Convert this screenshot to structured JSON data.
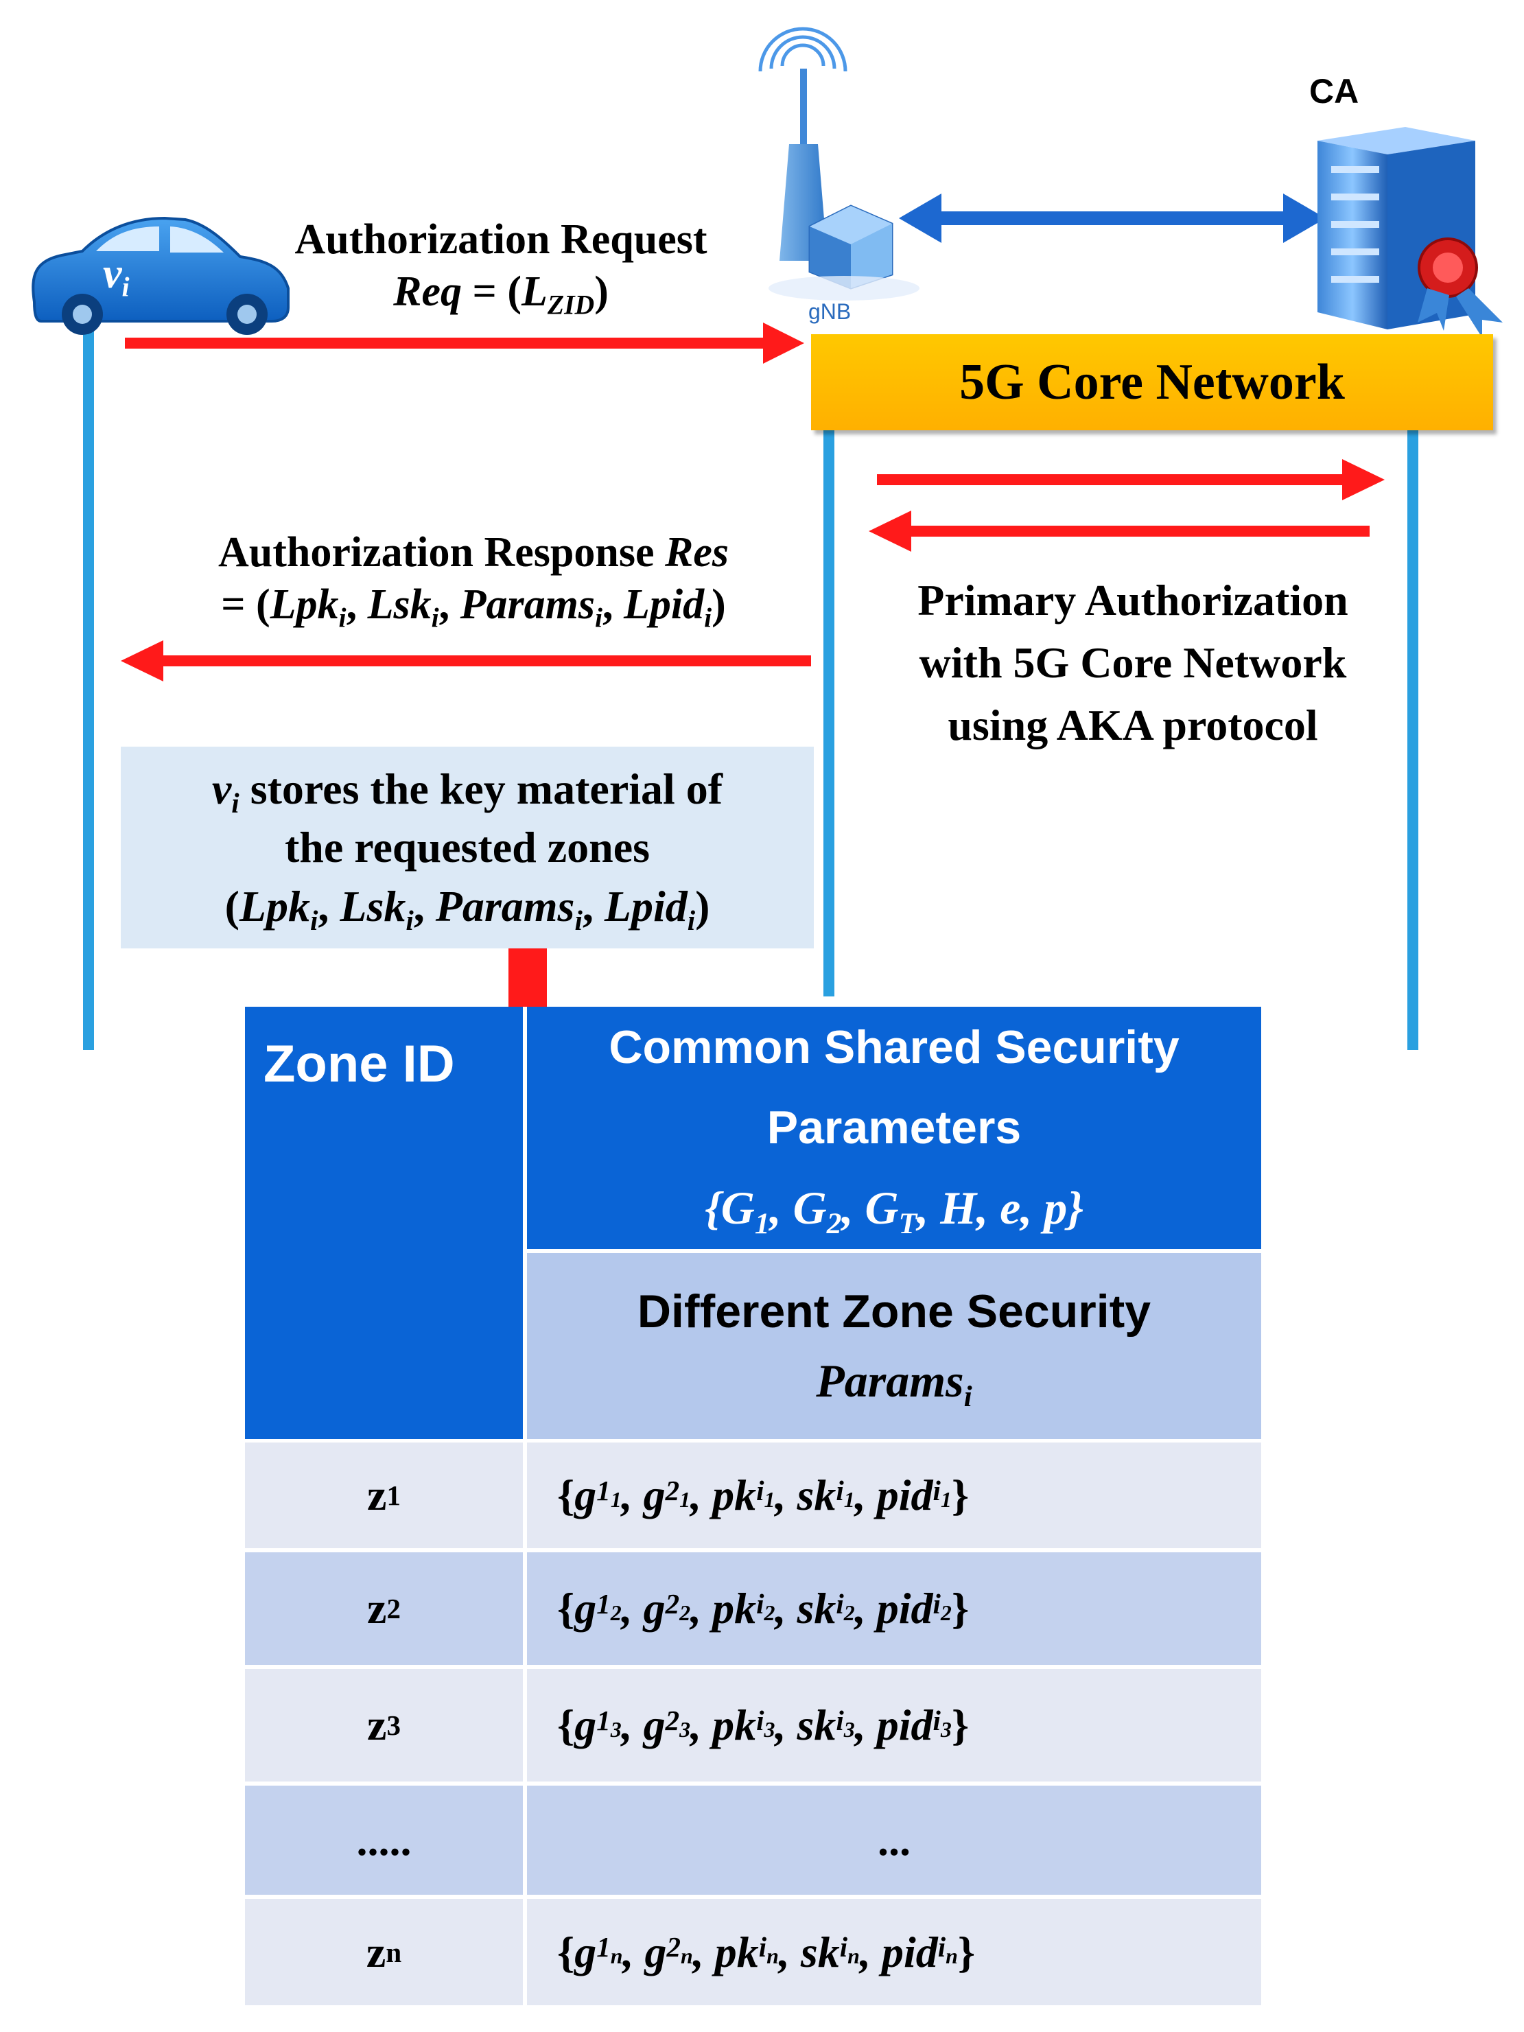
{
  "actors": {
    "vehicle_label": "v",
    "vehicle_sub": "i",
    "gnb_label": "gNB",
    "ca_label": "CA",
    "core_network": "5G Core Network"
  },
  "messages": {
    "request_title": "Authorization Request",
    "request_formula_lhs": "Req",
    "request_formula_eq": " = (",
    "request_formula_L": "L",
    "request_formula_sub": "ZID",
    "request_formula_close": ")",
    "response_title": "Authorization Response ",
    "response_title_var": "Res",
    "response_formula_prefix": "= (",
    "primary_auth_line1": "Primary Authorization",
    "primary_auth_line2": "with 5G Core Network",
    "primary_auth_line3": "using AKA protocol"
  },
  "store_box": {
    "line1_rest": " stores the key material of",
    "line2": "the requested zones"
  },
  "tuple": {
    "open": "(",
    "Lpk": "Lpk",
    "Lsk": "Lsk",
    "Params": "Params",
    "Lpid": "Lpid",
    "sub": "i",
    "comma": ", ",
    "close": ")"
  },
  "table": {
    "zone_header": "Zone ID",
    "common_header_line1": "Common Shared Security",
    "common_header_line2": "Parameters",
    "common_params": "{G, G, G, H, e, p}",
    "common_g1_sub": "1",
    "common_g2_sub": "2",
    "common_gt_sub": "T",
    "diff_header_line1": "Different Zone Security",
    "diff_header_var": "Params",
    "diff_header_sub": "i",
    "rows": [
      {
        "zone": "z",
        "zone_sub": "1",
        "idx": "1"
      },
      {
        "zone": "z",
        "zone_sub": "2",
        "idx": "2"
      },
      {
        "zone": "z",
        "zone_sub": "3",
        "idx": "3"
      },
      {
        "zone": ".....",
        "zone_sub": "",
        "idx": ""
      },
      {
        "zone": "z",
        "zone_sub": "n",
        "idx": "n"
      }
    ],
    "ellipsis_value": "..."
  },
  "colors": {
    "arrow_red": "#ff1a1a",
    "lifeline_blue": "#2aa0e0",
    "header_blue": "#0a64d6",
    "core_yellow": "#ffc000"
  }
}
